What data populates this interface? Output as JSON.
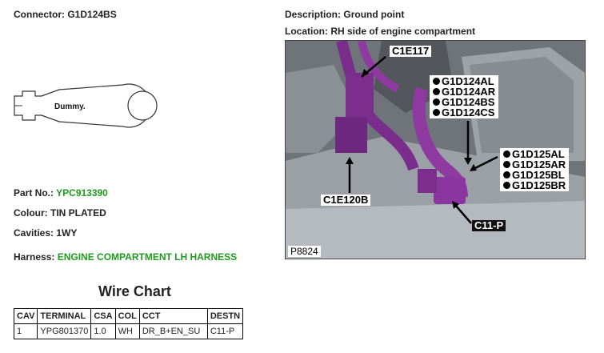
{
  "connector": {
    "label": "Connector:",
    "value": "G1D124BS"
  },
  "description": {
    "label": "Description:",
    "value": "Ground point"
  },
  "location": {
    "label": "Location:",
    "value": "RH side of engine compartment"
  },
  "diagram": {
    "dummy_label": "Dummy."
  },
  "part_no": {
    "label": "Part No.:",
    "value": "YPC913390"
  },
  "colour": {
    "label": "Colour:",
    "value": "TIN PLATED"
  },
  "cavities": {
    "label": "Cavities:",
    "value": "1WY"
  },
  "harness": {
    "label": "Harness:",
    "value": "ENGINE COMPARTMENT LH HARNESS"
  },
  "photo": {
    "callouts": {
      "c1e117": "C1E117",
      "c1e120b": "C1E120B",
      "c11p": "C11-P"
    },
    "ground_group_1": [
      "G1D124AL",
      "G1D124AR",
      "G1D124BS",
      "G1D124CS"
    ],
    "ground_group_2": [
      "G1D125AL",
      "G1D125AR",
      "G1D125BL",
      "G1D125BR"
    ],
    "photo_id": "P8824"
  },
  "wire_chart": {
    "title": "Wire Chart",
    "headers": [
      "CAV",
      "TERMINAL",
      "CSA",
      "COL",
      "CCT",
      "DESTN"
    ],
    "rows": [
      [
        "1",
        "YPG801370",
        "1.0",
        "WH",
        "DR_B+EN_SU",
        "C11-P"
      ]
    ]
  }
}
